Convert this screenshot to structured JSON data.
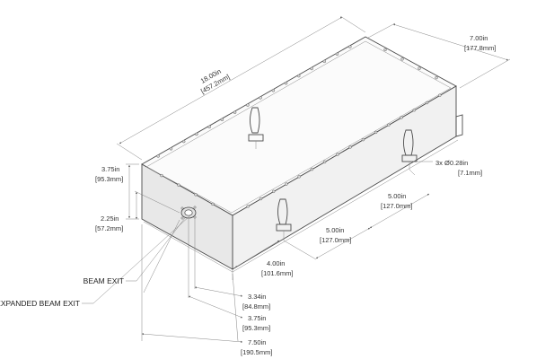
{
  "dimensions": {
    "length": {
      "in": "18.00in",
      "mm": "[457.2mm]"
    },
    "width": {
      "in": "7.00in",
      "mm": "[177.8mm]"
    },
    "height": {
      "in": "3.75in",
      "mm": "[95.3mm]"
    },
    "beam_height": {
      "in": "2.25in",
      "mm": "[57.2mm]"
    },
    "mount_hole": {
      "in": "3x Ø0.28in",
      "mm": "[7.1mm]"
    },
    "mount_spacing_1": {
      "in": "5.00in",
      "mm": "[127.0mm]"
    },
    "mount_spacing_2": {
      "in": "5.00in",
      "mm": "[127.0mm]"
    },
    "mount_offset": {
      "in": "4.00in",
      "mm": "[101.6mm]"
    },
    "beam_exit_offset": {
      "in": "3.34in",
      "mm": "[84.8mm]"
    },
    "expanded_exit_offset": {
      "in": "3.75in",
      "mm": "[95.3mm]"
    },
    "base_width": {
      "in": "7.50in",
      "mm": "[190.5mm]"
    }
  },
  "callouts": {
    "beam_exit": "BEAM EXIT",
    "expanded_beam_exit": "EXPANDED BEAM EXIT"
  }
}
